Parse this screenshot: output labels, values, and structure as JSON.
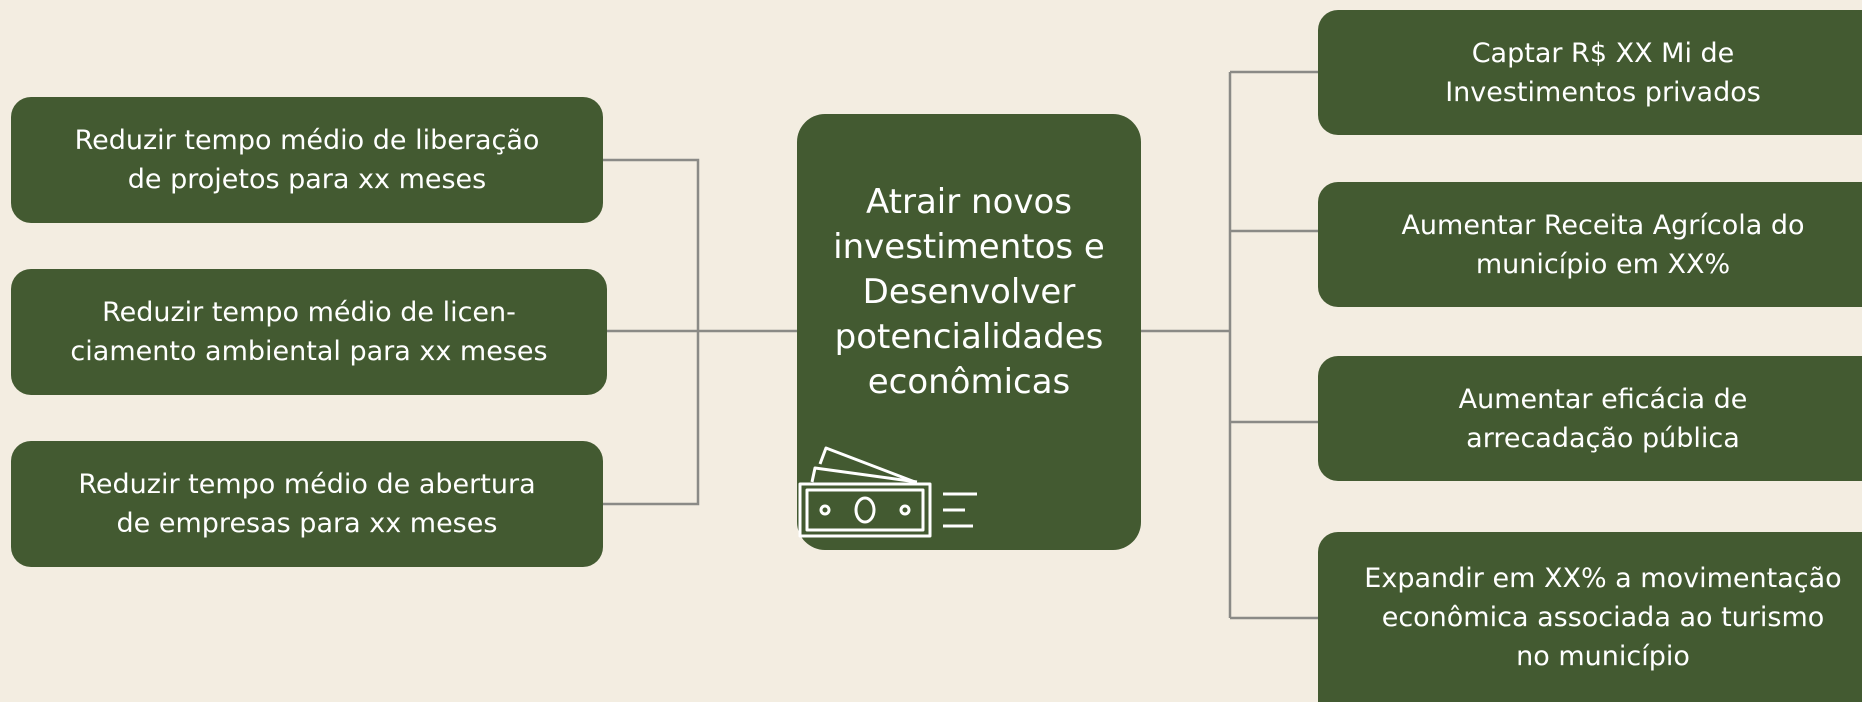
{
  "center": {
    "title": "Atrair novos\ninvestimentos e\nDesenvolver\npotencialidades\neconômicas",
    "icon": "money-bill-icon"
  },
  "left_goals": [
    {
      "text": "Reduzir tempo médio de liberação\nde projetos para xx meses"
    },
    {
      "text": "Reduzir tempo médio de licen-\nciamento ambiental para xx meses"
    },
    {
      "text": "Reduzir tempo médio de abertura\nde empresas para xx meses"
    }
  ],
  "right_goals": [
    {
      "text": "Captar R$ XX Mi de\nInvestimentos privados"
    },
    {
      "text": "Aumentar Receita Agrícola do\nmunicípio em XX%"
    },
    {
      "text": "Aumentar eficácia de\narrecadação pública"
    },
    {
      "text": "Expandir em XX% a movimentação\neconômica associada ao turismo\nno município"
    }
  ],
  "colors": {
    "background": "#f3ede1",
    "box": "#435a31",
    "text": "#ffffff",
    "connector": "#8a8a86"
  }
}
